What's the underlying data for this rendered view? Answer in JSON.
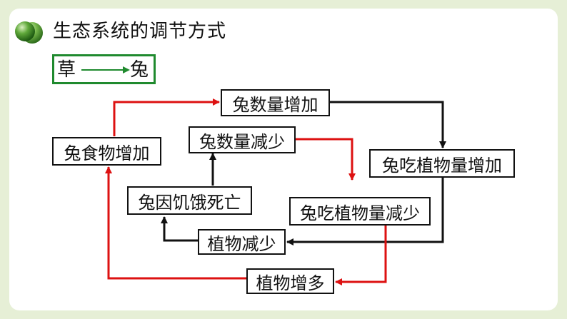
{
  "header": {
    "title": "生态系统的调节方式"
  },
  "food_chain": {
    "from": "草",
    "to": "兔"
  },
  "nodes": {
    "rabbit_count_increase": "兔数量增加",
    "rabbit_food_increase": "兔食物增加",
    "rabbit_count_decrease": "兔数量减少",
    "rabbit_eats_plants_increase": "兔吃植物量增加",
    "rabbit_starvation": "兔因饥饿死亡",
    "rabbit_eats_plants_decrease": "兔吃植物量减少",
    "plants_decrease": "植物减少",
    "plants_increase": "植物增多"
  },
  "colors": {
    "background": "#e6efd6",
    "chain_border": "#1f8a2e",
    "arrow_black": "#111111",
    "arrow_red": "#dd1111"
  }
}
